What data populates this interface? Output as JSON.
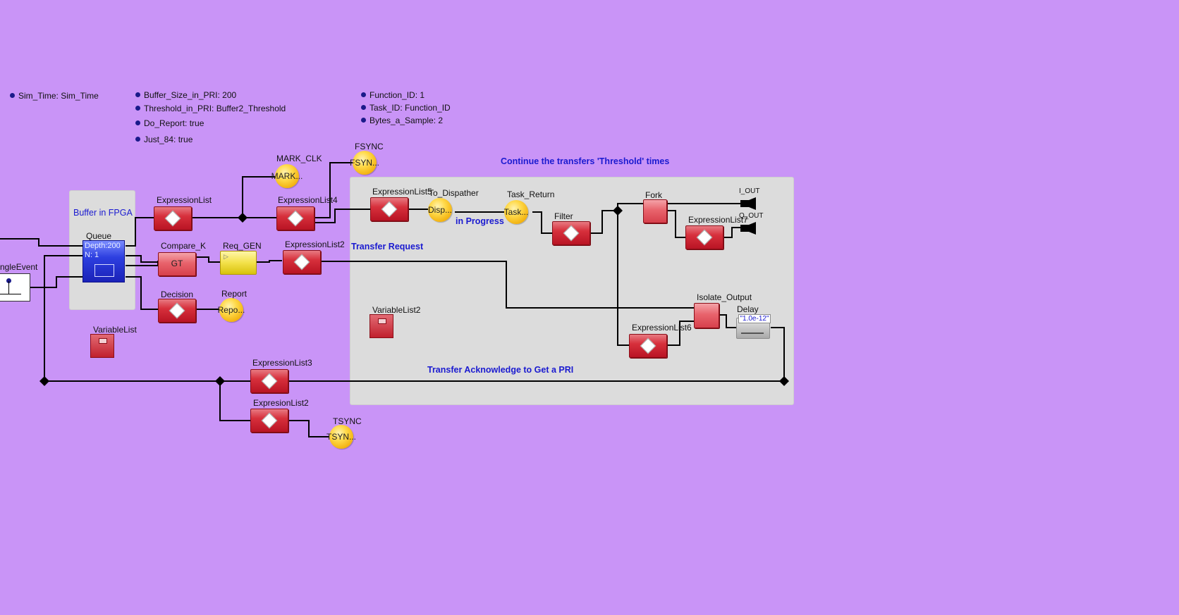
{
  "params": {
    "sim_time": "Sim_Time: Sim_Time",
    "buffer_size": "Buffer_Size_in_PRI: 200",
    "threshold": "Threshold_in_PRI: Buffer2_Threshold",
    "do_report": "Do_Report: true",
    "just_84": "Just_84: true",
    "function_id": "Function_ID: 1",
    "task_id": "Task_ID: Function_ID",
    "bytes_a_sample": "Bytes_a_Sample: 2"
  },
  "annotations": {
    "buffer_in_fpga": "Buffer in FPGA",
    "continue_transfers": "Continue the transfers 'Threshold' times",
    "transfer_request": "Transfer Request",
    "in_progress": "in Progress",
    "transfer_ack": "Transfer Acknowledge to Get a PRI"
  },
  "actors": {
    "single_event": "ngleEvent",
    "queue": "Queue",
    "queue_depth": "Depth:200",
    "queue_n": "N: 1",
    "expression_list": "ExpressionList",
    "compare_k": "Compare_K",
    "compare_k_op": "GT",
    "decision": "Decision",
    "variable_list": "VariableList",
    "req_gen": "Req_GEN",
    "report": "Report",
    "report_ball": "Repo...",
    "mark_clk": "MARK_CLK",
    "mark_clk_ball": "MARK...",
    "fsync": "FSYNC",
    "fsync_ball": "FSYN...",
    "expression_list4": "ExpressionList4",
    "expression_list2_top": "ExpressionList2",
    "expression_list5": "ExpressionList5",
    "to_dispather": "To_Dispather",
    "to_dispather_ball": "Disp...",
    "task_return": "Task_Return",
    "task_return_ball": "Task...",
    "filter": "Filter",
    "fork": "Fork",
    "expression_list7": "ExpressionList7",
    "i_out": "I_OUT",
    "q_out": "Q_OUT",
    "variable_list2": "VariableList2",
    "isolate_output": "Isolate_Output",
    "delay": "Delay",
    "delay_value": "\"1.0e-12\"",
    "expression_list6": "ExpressionList6",
    "expression_list3": "ExpressionList3",
    "expresion_list2": "ExpresionList2",
    "tsync": "TSYNC",
    "tsync_ball": "TSYN..."
  },
  "colors": {
    "canvas": "#c994f7",
    "annotation": "#1a1ad0",
    "actor_red": "#d7303c",
    "group": "#dcdcdc"
  }
}
